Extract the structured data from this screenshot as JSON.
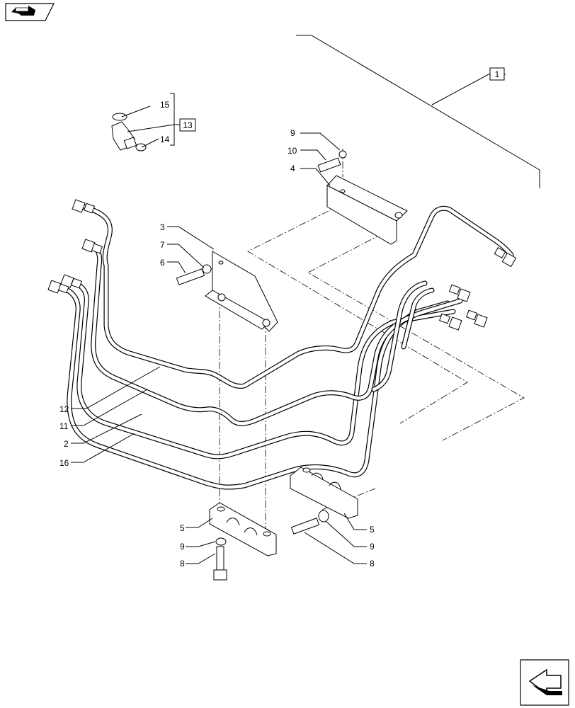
{
  "nav": {
    "top_icon": "book-arrow-icon",
    "bottom_icon": "next-page-arrow-icon"
  },
  "labels": {
    "l1": "1",
    "l2": "2",
    "l3": "3",
    "l4": "4",
    "l5a": "5",
    "l5b": "5",
    "l6": "6",
    "l7": "7",
    "l8a": "8",
    "l8b": "8",
    "l9a": "9",
    "l9b": "9",
    "l9c": "9",
    "l10": "10",
    "l11": "11",
    "l12": "12",
    "l13": "13",
    "l14": "14",
    "l15": "15",
    "l16": "16"
  }
}
